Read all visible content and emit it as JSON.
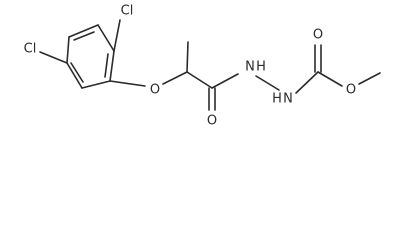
{
  "molecule": {
    "atoms": [
      {
        "id": "cl_top",
        "label": "Cl"
      },
      {
        "id": "cl_left",
        "label": "Cl"
      },
      {
        "id": "o_ether",
        "label": "O"
      },
      {
        "id": "o_amide",
        "label": "O"
      },
      {
        "id": "nh_1",
        "label": "N"
      },
      {
        "id": "h_1",
        "label": "H"
      },
      {
        "id": "h_2",
        "label": "H"
      },
      {
        "id": "nh_2",
        "label": "N"
      },
      {
        "id": "o_carbonyl",
        "label": "O"
      },
      {
        "id": "o_ester",
        "label": "O"
      }
    ]
  },
  "colors": {
    "bond": "#2b2b2b",
    "background": "#ffffff"
  }
}
